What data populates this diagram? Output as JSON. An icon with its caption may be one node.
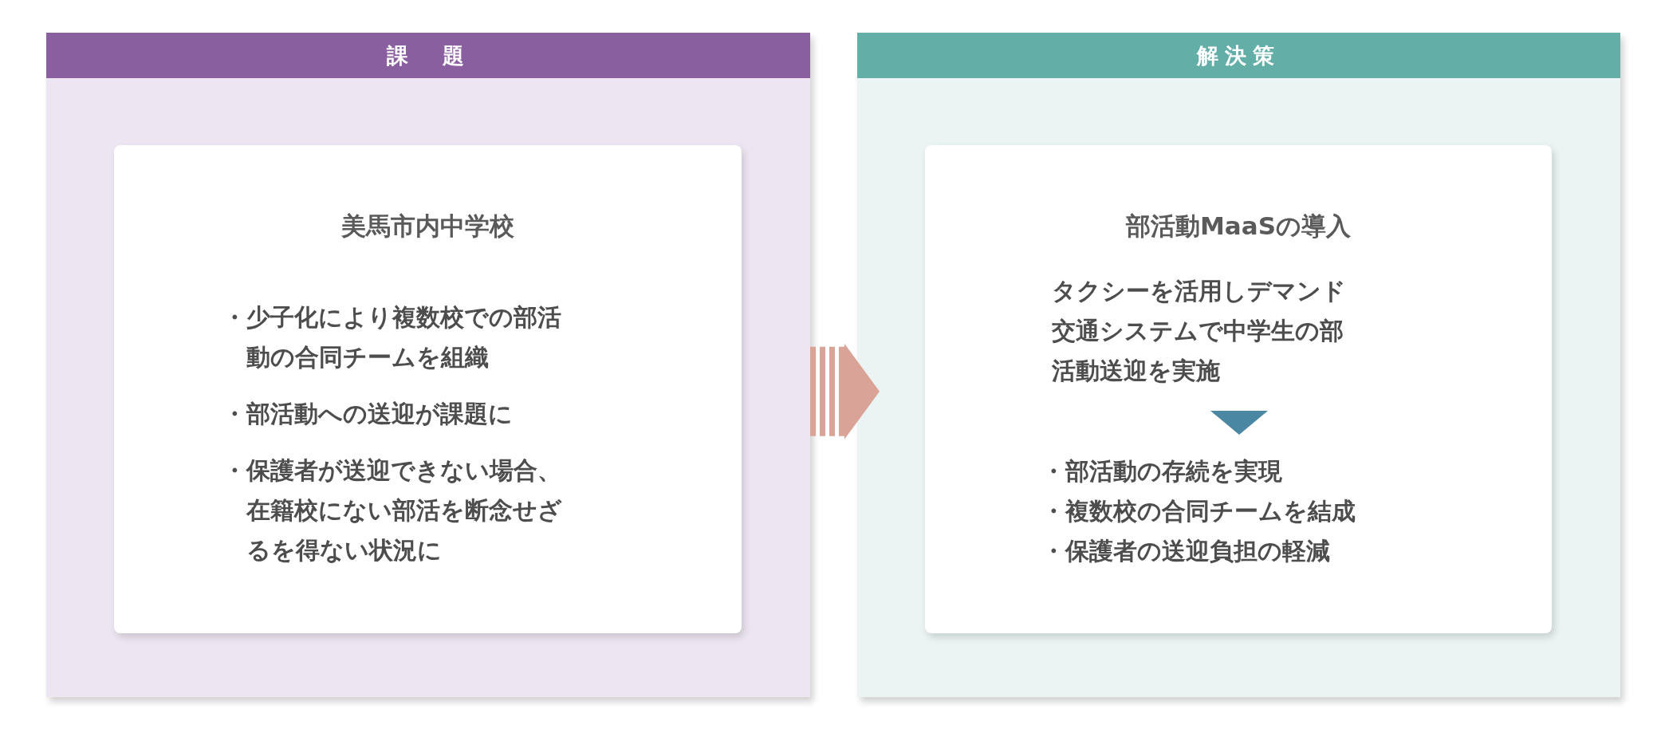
{
  "diagram": {
    "nodes": [
      {
        "text": [
          "課　題"
        ]
      },
      {
        "text": [
          "美馬市内中学校",
          "・少子化により複数校での部活動の合同チームを組織",
          "・部活動への送迎が課題に",
          "・保護者が送迎できない場合、在籍校にない部活を断念せざるを得ない状況に"
        ],
        "in": 0
      },
      {
        "text": [
          "解決策"
        ]
      },
      {
        "text": [
          "部活動MaaSの導入",
          "タクシーを活用しデマンド交通システムで中学生の部活動送迎を実施",
          "・部活動の存続を実現",
          "・複数校の合同チームを結成",
          "・保護者の送迎負担の軽減"
        ],
        "in": 2
      }
    ],
    "edges": [
      {
        "from": 0,
        "to": 2,
        "arrow": "to"
      }
    ]
  }
}
